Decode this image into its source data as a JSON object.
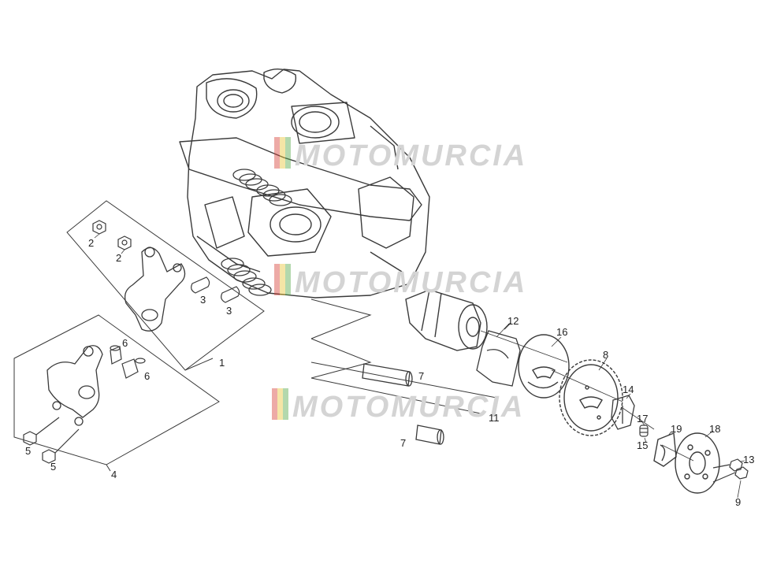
{
  "watermark": {
    "text": "MOTOMURCIA"
  },
  "callouts": {
    "c1": "1",
    "c2a": "2",
    "c2b": "2",
    "c3a": "3",
    "c3b": "3",
    "c4": "4",
    "c5a": "5",
    "c5b": "5",
    "c6a": "6",
    "c6b": "6",
    "c7a": "7",
    "c7b": "7",
    "c8": "8",
    "c9": "9",
    "c11": "11",
    "c12": "12",
    "c13": "13",
    "c14": "14",
    "c15": "15",
    "c16": "16",
    "c17": "17",
    "c18": "18",
    "c19": "19"
  },
  "colors": {
    "line": "#3a3a3a",
    "watermark": "#d4d4d4",
    "flag_red": "#d8433a",
    "flag_yellow": "#e8c53a",
    "flag_green": "#57a84a"
  }
}
